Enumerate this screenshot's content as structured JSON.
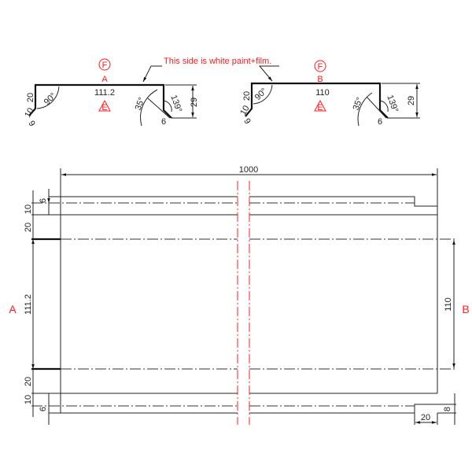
{
  "note": "This side is white paint+film.",
  "colors": {
    "annotation": "#ff1a1a",
    "line": "#222222"
  },
  "profile_a": {
    "label": "A",
    "mark_f": "F",
    "mark_e": "E",
    "length": "111.2",
    "height": "29",
    "flange": "20",
    "hem": "10",
    "hem_end": "6",
    "angle_main": "90°",
    "angle_tip": "35°",
    "angle_inner": "139°",
    "tip_len": "6"
  },
  "profile_b": {
    "label": "B",
    "mark_f": "F",
    "mark_e": "E",
    "length": "110",
    "height": "29",
    "flange": "20",
    "hem": "10",
    "hem_end": "6",
    "angle_main": "90°",
    "angle_tip": "35°",
    "angle_inner": "139°",
    "tip_len": "6"
  },
  "plan": {
    "width": "1000",
    "left_label": "A",
    "right_label": "B",
    "left_dims": [
      "6",
      "10",
      "20",
      "111.2",
      "20",
      "10",
      "6"
    ],
    "right_dim": "110",
    "notch_height": "8",
    "notch_width": "20"
  }
}
